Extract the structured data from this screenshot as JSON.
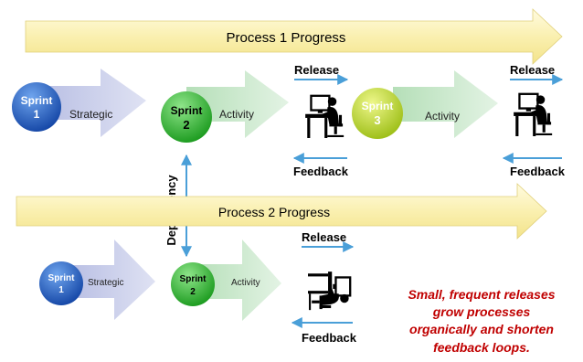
{
  "process1": {
    "title": "Process 1 Progress"
  },
  "process2": {
    "title": "Process 2 Progress"
  },
  "dependency_label": "Dependency",
  "row1": {
    "sprint1": {
      "line1": "Sprint",
      "line2": "1",
      "stage": "Strategic"
    },
    "sprint2": {
      "line1": "Sprint",
      "line2": "2",
      "stage": "Activity"
    },
    "sprint3": {
      "line1": "Sprint",
      "line2": "3",
      "stage": "Activity"
    },
    "release_a": "Release",
    "feedback_a": "Feedback",
    "release_b": "Release",
    "feedback_b": "Feedback"
  },
  "row2": {
    "sprint1": {
      "line1": "Sprint",
      "line2": "1",
      "stage": "Strategic"
    },
    "sprint2": {
      "line1": "Sprint",
      "line2": "2",
      "stage": "Activity"
    },
    "release": "Release",
    "feedback": "Feedback"
  },
  "note": {
    "line1": "Small, frequent releases",
    "line2": "grow processes",
    "line3": "organically and shorten",
    "line4": "feedback loops."
  },
  "icons": [
    "person-at-computer-icon",
    "person-at-computer-icon",
    "person-at-computer-icon"
  ],
  "colors": {
    "progress_arrow": "#faf0b0",
    "stage_arrow_blue": "#c8cce8",
    "stage_arrow_green": "#cde8cf",
    "sprint_blue": "#1f5fbf",
    "sprint_green": "#3cb83a",
    "sprint_yellow": "#c6e02c",
    "connector": "#4a9fd8",
    "note_text": "#c00000"
  }
}
